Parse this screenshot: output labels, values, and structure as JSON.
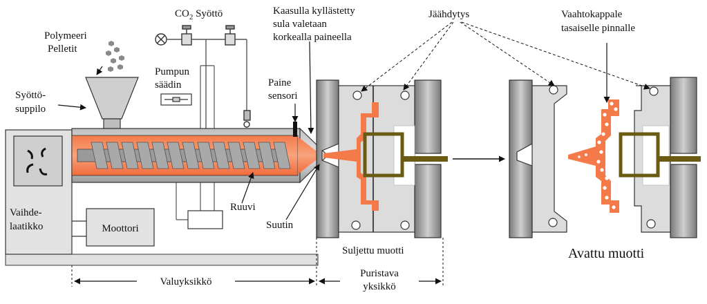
{
  "labels": {
    "polymer_line1": "Polymeeri",
    "polymer_line2": "Pelletit",
    "co2_prefix": "CO",
    "co2_sub": "2",
    "co2_suffix": " Syöttö",
    "gas_line1": "Kaasulla kyllästetty",
    "gas_line2": "sula valetaan",
    "gas_line3": "korkealla paineella",
    "cooling": "Jäähdytys",
    "foam_line1": "Vaahtokappale",
    "foam_line2": "tasaiselle pinnalle",
    "pump_line1": "Pumpun",
    "pump_line2": "säädin",
    "pressure_line1": "Paine",
    "pressure_line2": "sensori",
    "hopper_line1": "Syöttö-",
    "hopper_line2": "suppilo",
    "gearbox_line1": "Vaihde-",
    "gearbox_line2": "laatikko",
    "motor": "Moottori",
    "screw": "Ruuvi",
    "nozzle": "Suutin",
    "closed_mold": "Suljettu muotti",
    "open_mold": "Avattu muotti",
    "injection_unit": "Valuyksikkö",
    "clamp_line1": "Puristava",
    "clamp_line2": "yksikkö"
  },
  "colors": {
    "melt": "#f47a4a",
    "melt_light": "#f7a07e",
    "steel": "#d6d6d6",
    "steel_dark": "#8a8a8a",
    "olive": "#6b5a12",
    "outline": "#222222"
  }
}
